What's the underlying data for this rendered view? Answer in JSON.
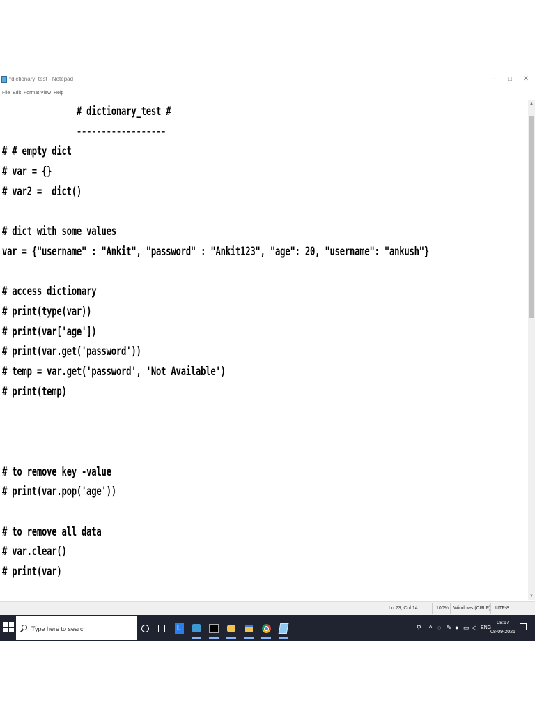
{
  "window": {
    "title": "*dictionary_test - Notepad",
    "controls": {
      "minimize": "–",
      "maximize": "□",
      "close": "✕"
    }
  },
  "menu": [
    "File",
    "Edit",
    "Format",
    "View",
    "Help"
  ],
  "editor": {
    "lines": [
      "               # dictionary_test #",
      "               ------------------",
      "# # empty dict",
      "# var = {}",
      "# var2 =  dict()",
      "",
      "# dict with some values",
      "var = {\"username\" : \"Ankit\", \"password\" : \"Ankit123\", \"age\": 20, \"username\": \"ankush\"}",
      "",
      "# access dictionary",
      "# print(type(var))",
      "# print(var['age'])",
      "# print(var.get('password'))",
      "# temp = var.get('password', 'Not Available')",
      "# print(temp)",
      "",
      "",
      "",
      "# to remove key -value",
      "# print(var.pop('age'))",
      "",
      "# to remove all data",
      "# var.clear()",
      "# print(var)"
    ]
  },
  "status": {
    "position": "Ln 23, Col 14",
    "zoom": "100%",
    "line_ending": "Windows (CRLF)",
    "encoding": "UTF-8"
  },
  "taskbar": {
    "search_placeholder": "Type here to search",
    "apps": [
      "cortana-icon",
      "task-view-icon",
      "l-app-icon",
      "vscode-icon",
      "terminal-icon",
      "mail-icon",
      "file-explorer-icon",
      "chrome-icon",
      "notepad-icon"
    ],
    "tray": {
      "language": "ENG"
    },
    "clock": {
      "time": "08:17",
      "date": "08-09-2021"
    }
  },
  "colors": {
    "taskbar_bg": "#1f2430",
    "search_bg": "#ffffff",
    "status_bg": "#f0f0f0"
  }
}
